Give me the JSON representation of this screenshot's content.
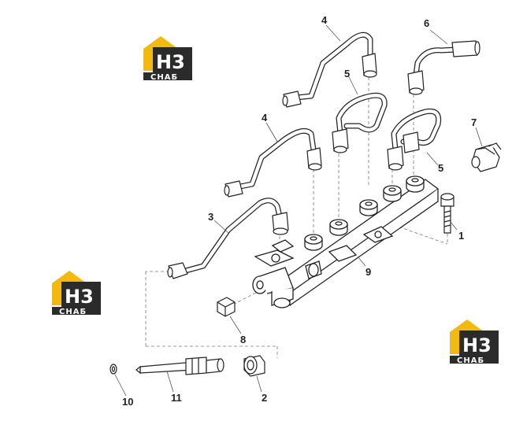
{
  "diagram": {
    "callouts": {
      "c1": "1",
      "c2": "2",
      "c3": "3",
      "c4a": "4",
      "c4b": "4",
      "c5a": "5",
      "c5b": "5",
      "c6": "6",
      "c7": "7",
      "c8": "8",
      "c9": "9",
      "c10": "10",
      "c11": "11"
    }
  },
  "watermark": {
    "logo_text": "H3",
    "logo_subtext": "СНАБ",
    "colors": {
      "roof": "#f2b90f",
      "box": "#2b2b2b"
    }
  },
  "colors": {
    "line": "#222222",
    "leader": "#555555"
  }
}
